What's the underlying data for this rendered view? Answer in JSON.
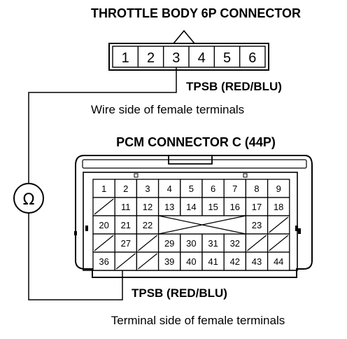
{
  "throttle_connector": {
    "title": "THROTTLE BODY 6P CONNECTOR",
    "pins": [
      "1",
      "2",
      "3",
      "4",
      "5",
      "6"
    ],
    "wire_label": "TPSB (RED/BLU)",
    "view_caption": "Wire side of female terminals"
  },
  "meter": {
    "symbol": "Ω",
    "icon": "ohmmeter-icon"
  },
  "pcm_connector": {
    "title": "PCM CONNECTOR C (44P)",
    "row1": [
      "1",
      "2",
      "3",
      "4",
      "5",
      "6",
      "7",
      "8",
      "9"
    ],
    "row2": [
      "11",
      "12",
      "13",
      "14",
      "15",
      "16",
      "17",
      "18"
    ],
    "row3_left": [
      "20",
      "21",
      "22"
    ],
    "row3_right": [
      "23"
    ],
    "row4": [
      "27",
      "29",
      "30",
      "31",
      "32"
    ],
    "row5_left": [
      "36"
    ],
    "row5_right": [
      "39",
      "40",
      "41",
      "42",
      "43",
      "44"
    ],
    "wire_label": "TPSB (RED/BLU)",
    "view_caption": "Terminal side of female terminals"
  }
}
